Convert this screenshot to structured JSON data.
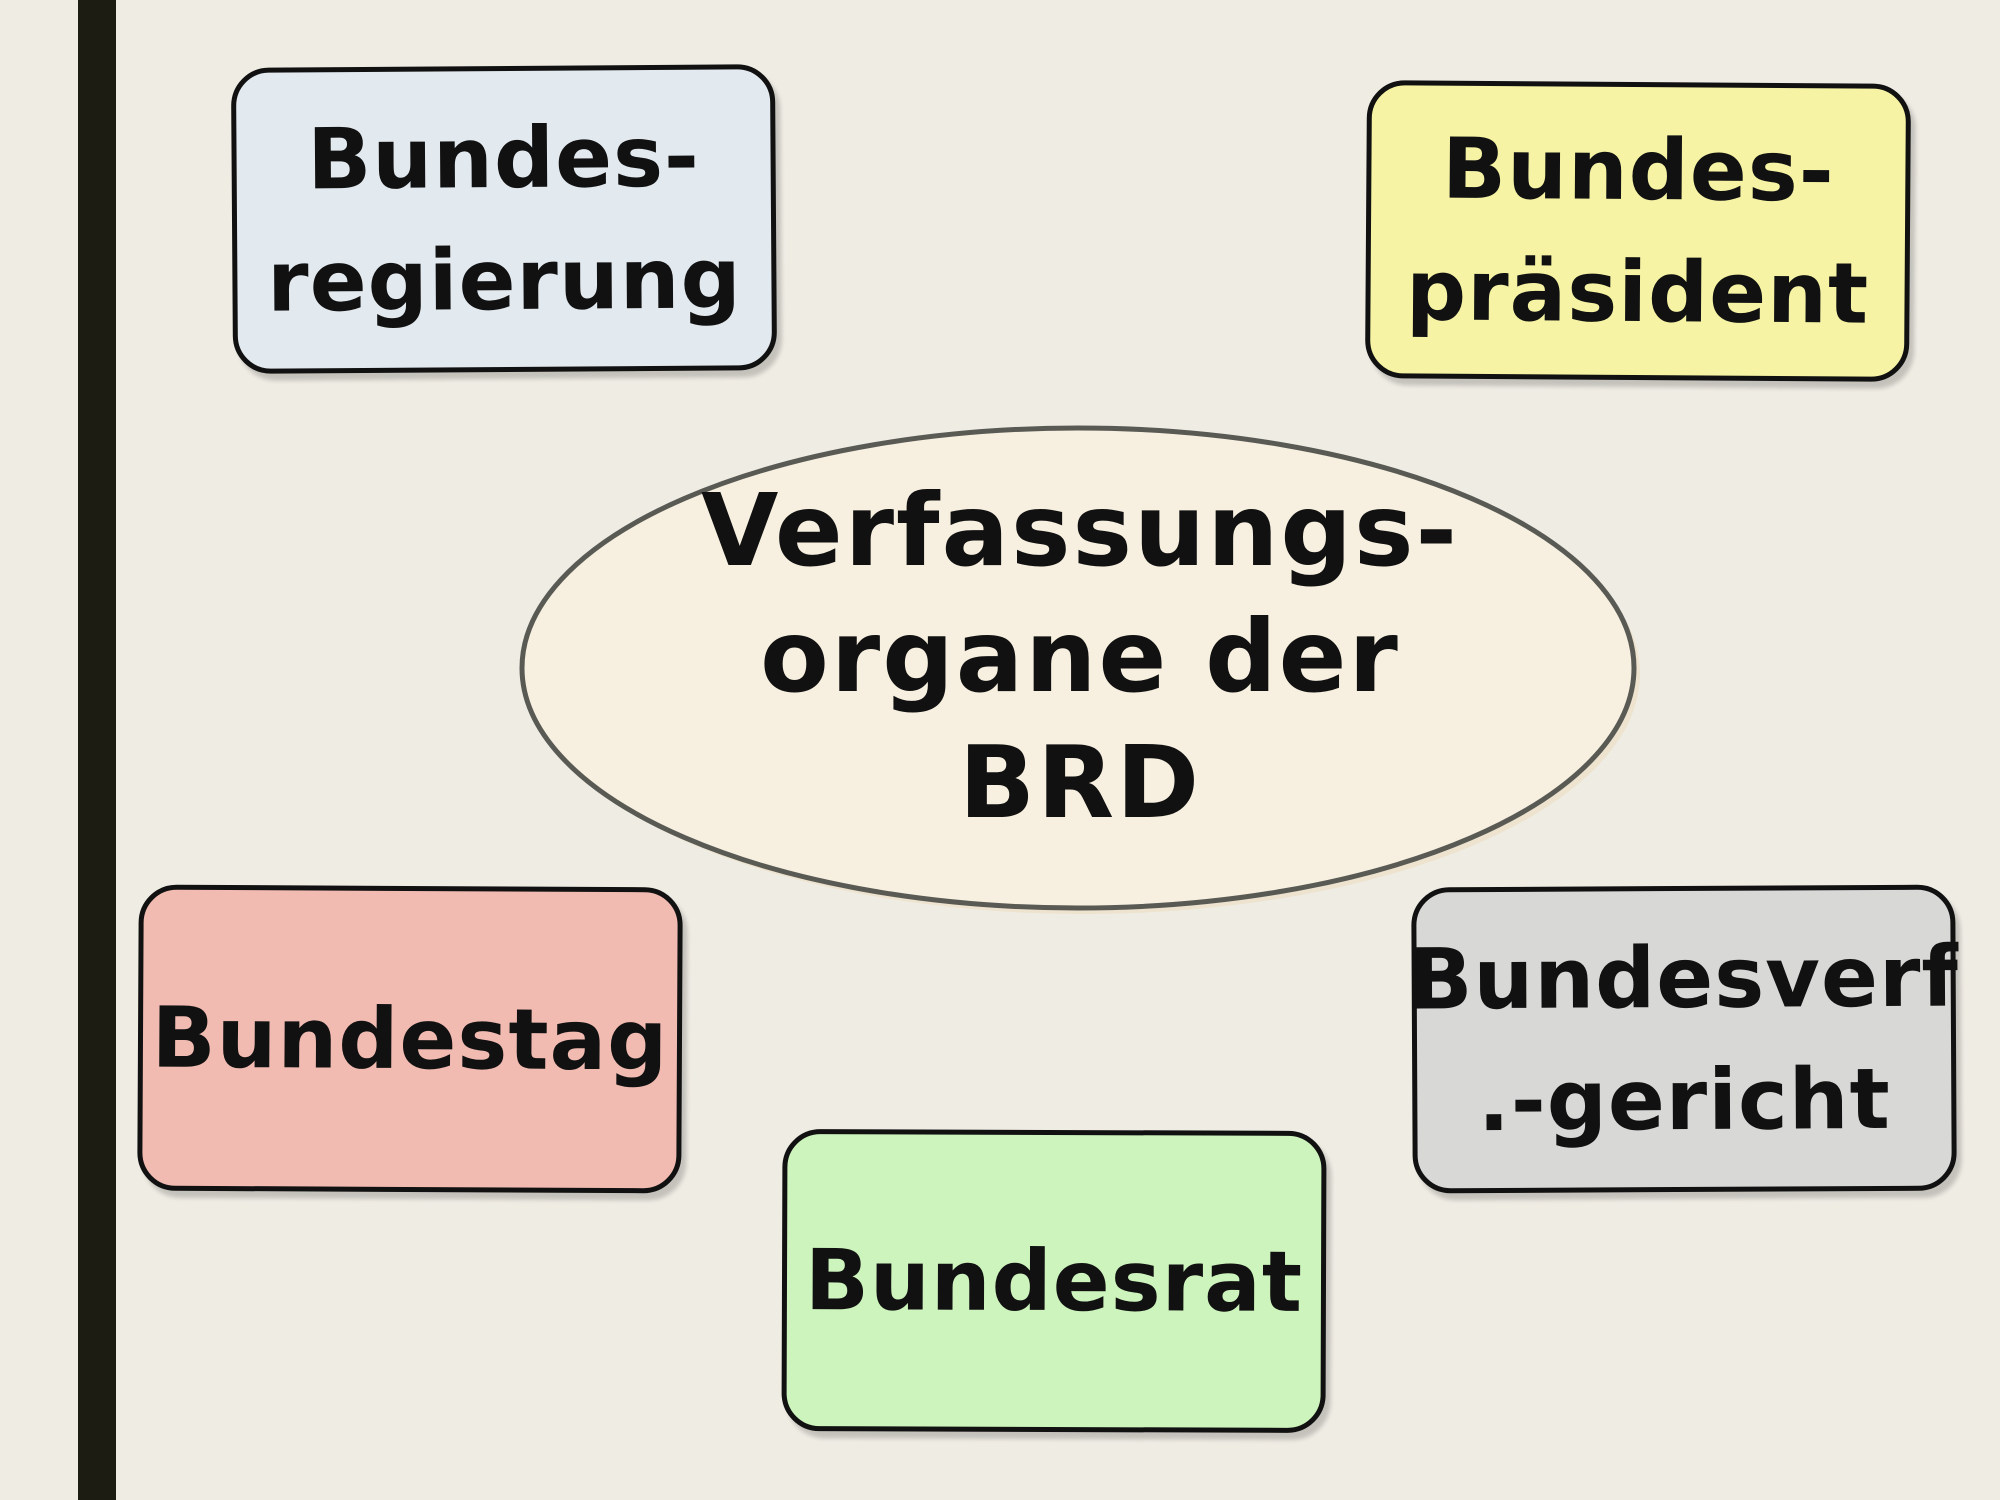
{
  "center": {
    "label": "Verfassungs-\norgane der\nBRD",
    "fill": "#f7f0e0",
    "stroke": "#5a5a55"
  },
  "nodes": {
    "regierung": {
      "label": "Bundes-\nregierung",
      "color": "#e2eaf0"
    },
    "praesident": {
      "label": "Bundes-\npräsident",
      "color": "#f6f4a4"
    },
    "bundestag": {
      "label": "Bundestag",
      "color": "#f1bbb2"
    },
    "bverfg": {
      "label": "Bundesverf\n.-gericht",
      "color": "#d8d8d7"
    },
    "bundesrat": {
      "label": "Bundesrat",
      "color": "#cdf4bd"
    }
  }
}
